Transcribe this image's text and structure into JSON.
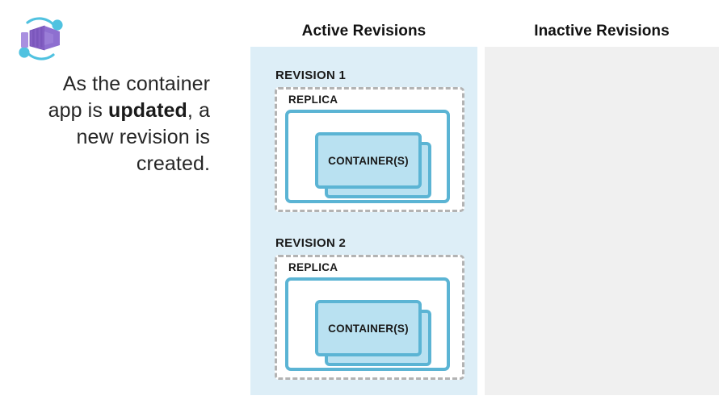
{
  "caption": {
    "line1": "As the container",
    "line2_pre": "app is ",
    "line2_strong": "updated",
    "line2_post": ", a",
    "line3": "new revision is",
    "line4": "created."
  },
  "logo": {
    "name": "azure-container-apps-icon",
    "cube_color": "#8661c5",
    "cube_color_dark": "#7350b5",
    "cube_color_light": "#a98fe0",
    "ring_color": "#50c2e0"
  },
  "columns": {
    "active": {
      "heading": "Active Revisions",
      "background": "#ddeef7",
      "revisions": [
        {
          "label": "REVISION 1",
          "replica_label": "REPLICA",
          "container_label": "CONTAINER(S)"
        },
        {
          "label": "REVISION 2",
          "replica_label": "REPLICA",
          "container_label": "CONTAINER(S)"
        }
      ]
    },
    "inactive": {
      "heading": "Inactive Revisions",
      "background": "#f0f0f0",
      "revisions": []
    }
  },
  "colors": {
    "accent_blue": "#5bb4d4",
    "container_fill": "#b9e1f1",
    "dashed_gray": "#b3b3b3",
    "text": "#1a1a1a"
  }
}
